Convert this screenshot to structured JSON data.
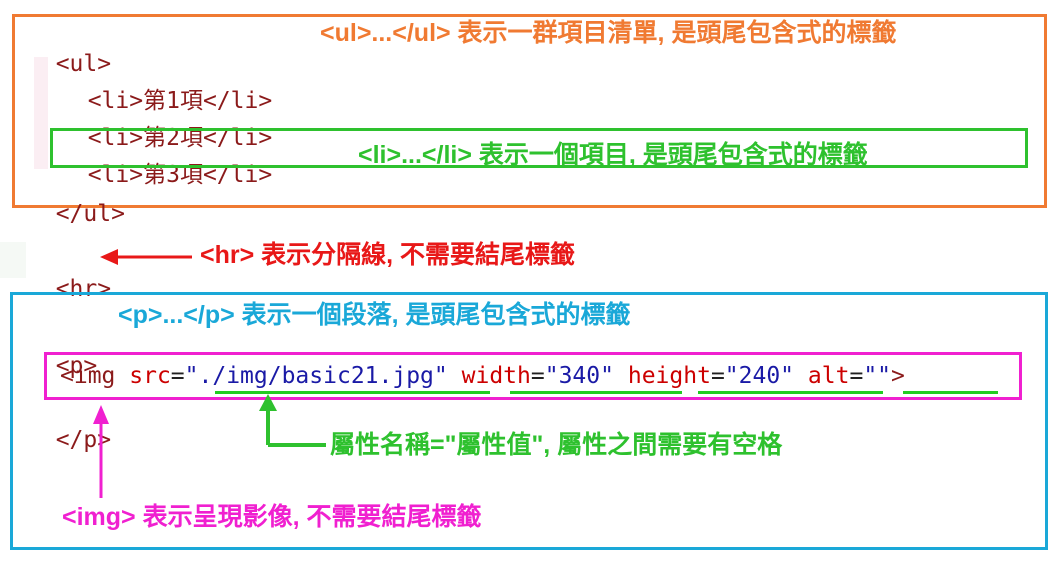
{
  "ul_block": {
    "lines": [
      "<ul>",
      "<li>第1項</li>",
      "<li>第2項</li>",
      "<li>第3項</li>",
      "</ul>"
    ],
    "note_ul": "<ul>...</ul> 表示一群項目清單, 是頭尾包含式的標籤",
    "note_li": "<li>...</li> 表示一個項目, 是頭尾包含式的標籤"
  },
  "hr_block": {
    "line": "<hr>",
    "note": "<hr> 表示分隔線, 不需要結尾標籤"
  },
  "p_block": {
    "open": "<p>",
    "close": "</p>",
    "note_p": "<p>...</p> 表示一個段落, 是頭尾包含式的標籤",
    "img_tag": "<img",
    "attrs": [
      {
        "name": "src",
        "value": "\"./img/basic21.jpg\""
      },
      {
        "name": "width",
        "value": "\"340\""
      },
      {
        "name": "height",
        "value": "\"240\""
      },
      {
        "name": "alt",
        "value": "\"\""
      }
    ],
    "img_end": ">",
    "note_attr": "屬性名稱=\"屬性值\", 屬性之間需要有空格",
    "note_img": "<img> 表示呈現影像, 不需要結尾標籤"
  },
  "colors": {
    "orange": "#f07a32",
    "green": "#2ec12e",
    "red": "#e81818",
    "blue": "#1aa8d8",
    "magenta": "#f020d0"
  }
}
